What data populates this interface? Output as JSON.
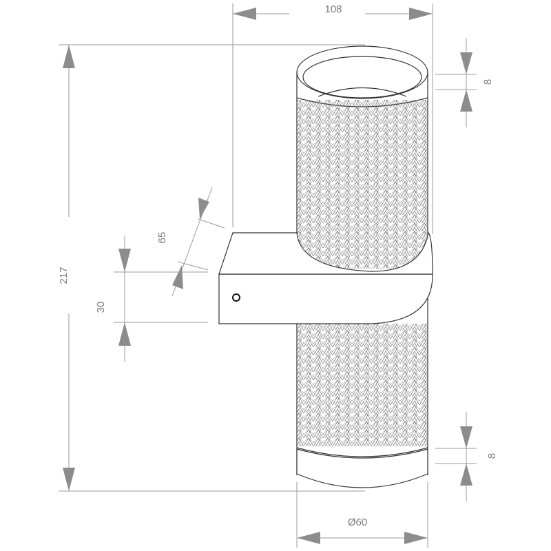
{
  "dimensions": {
    "width": "108",
    "height": "217",
    "bracket_depth": "65",
    "bracket_height": "30",
    "ring_top": "8",
    "ring_bottom": "8",
    "diameter": "Ø60"
  },
  "colors": {
    "outline": "#333333",
    "dimension": "#8c8c8c",
    "text": "#7a7a7a"
  }
}
